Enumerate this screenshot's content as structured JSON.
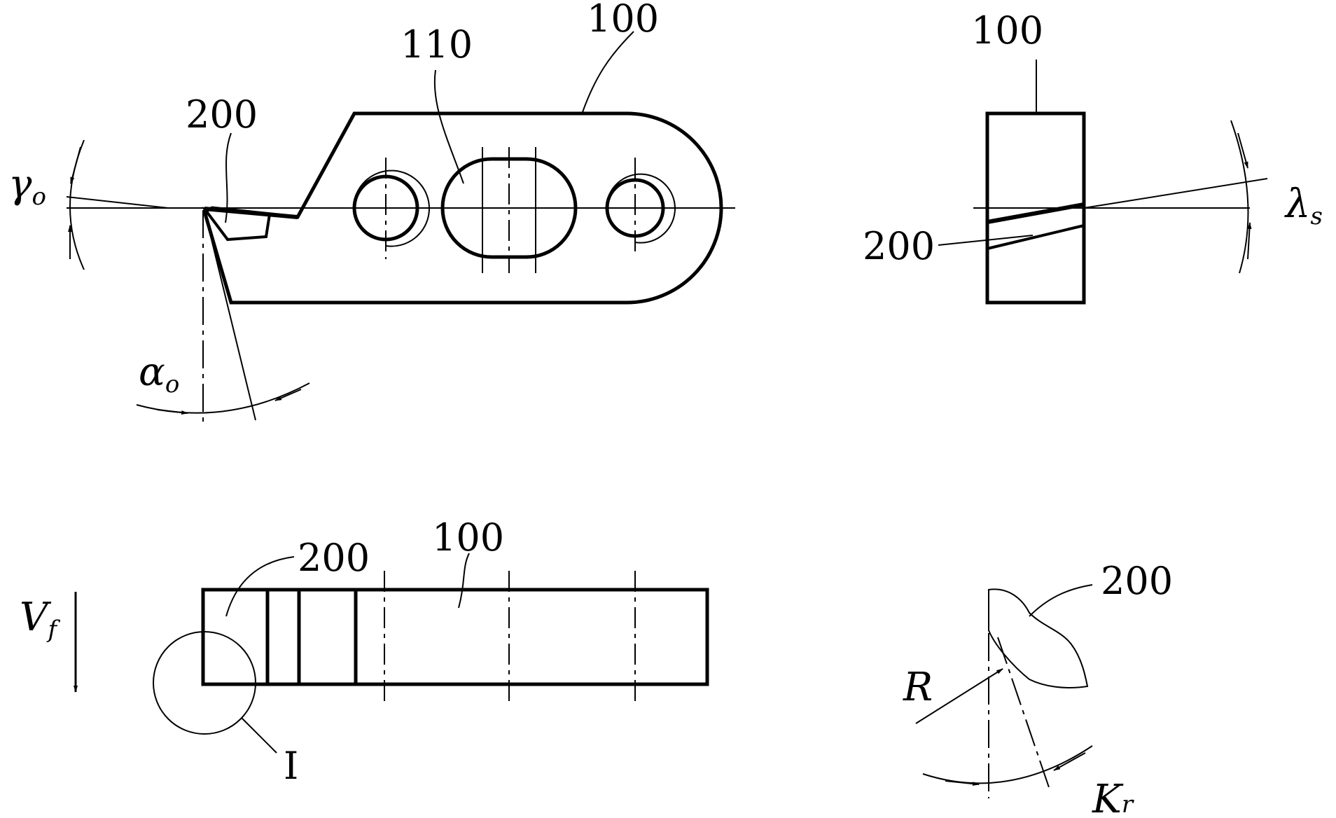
{
  "labels": {
    "side_100": "100",
    "side_110": "110",
    "side_200": "200",
    "end_100": "100",
    "end_200": "200",
    "top_200": "200",
    "top_100": "100",
    "detail_marker": "I",
    "detail_200": "200"
  },
  "symbols": {
    "rake_angle": "γ",
    "rake_angle_sub": "o",
    "clearance_angle": "α",
    "clearance_angle_sub": "o",
    "inclination_angle": "λ",
    "inclination_angle_sub": "s",
    "feed": "V",
    "feed_sub": "f",
    "nose_radius": "R",
    "approach_angle": "K",
    "approach_angle_sub": "r"
  },
  "colors": {
    "ink": "#000000",
    "paper": "#ffffff"
  }
}
